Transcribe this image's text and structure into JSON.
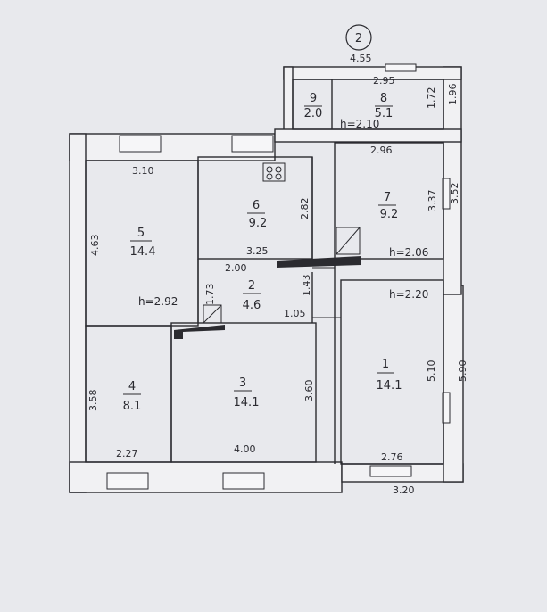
{
  "marker": "2",
  "rooms": [
    {
      "number": "1",
      "area": "14.1"
    },
    {
      "number": "2",
      "area": "4.6"
    },
    {
      "number": "3",
      "area": "14.1"
    },
    {
      "number": "4",
      "area": "8.1"
    },
    {
      "number": "5",
      "area": "14.4"
    },
    {
      "number": "6",
      "area": "9.2"
    },
    {
      "number": "7",
      "area": "9.2"
    },
    {
      "number": "8",
      "area": "5.1"
    },
    {
      "number": "9",
      "area": "2.0"
    }
  ],
  "heights": [
    "h=2.10",
    "h=2.06",
    "h=2.92",
    "h=2.20"
  ],
  "dimensions": {
    "top_455": "4.55",
    "d_295": "2.95",
    "d_172": "1.72",
    "d_196": "1.96",
    "d_310": "3.10",
    "d_296": "2.96",
    "d_282": "2.82",
    "d_337": "3.37",
    "d_352": "3.52",
    "d_463": "4.63",
    "d_325": "3.25",
    "d_200": "2.00",
    "d_173": "1.73",
    "d_143": "1.43",
    "d_105": "1.05",
    "d_358": "3.58",
    "d_360": "3.60",
    "d_510": "5.10",
    "d_590": "5.90",
    "d_227": "2.27",
    "d_400": "4.00",
    "d_276": "2.76",
    "d_320": "3.20"
  }
}
